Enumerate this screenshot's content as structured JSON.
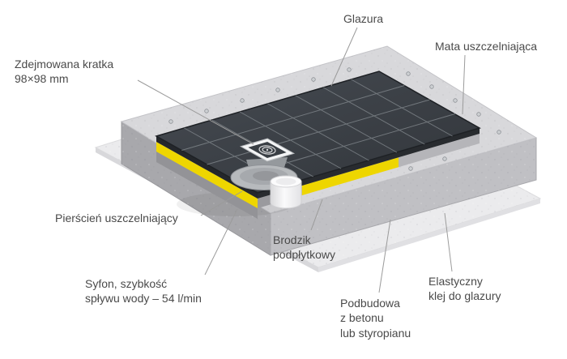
{
  "labels": {
    "glazura": "Glazura",
    "mata": "Mata uszczelniająca",
    "kratka": "Zdejmowana kratka\n98×98 mm",
    "pierscien": "Pierścień uszczelniający",
    "syfon": "Syfon, szybkość\nspływu wody – 54 l/min",
    "brodzik": "Brodzik\npodpłytkowy",
    "podbudowa": "Podbudowa\nz betonu\nlub styropianu",
    "klej": "Elastyczny\nklej do glazury"
  },
  "colors": {
    "tray_yellow": "#eed600",
    "tile_dark": "#3b4046",
    "concrete_top": "#d8d8db",
    "concrete_front_left": "#a8a8ac",
    "concrete_front_right": "#c0c0c4",
    "base_mat": "#ebebed",
    "label_text": "#4a4a4a",
    "leader_line": "#9b9b9b"
  }
}
